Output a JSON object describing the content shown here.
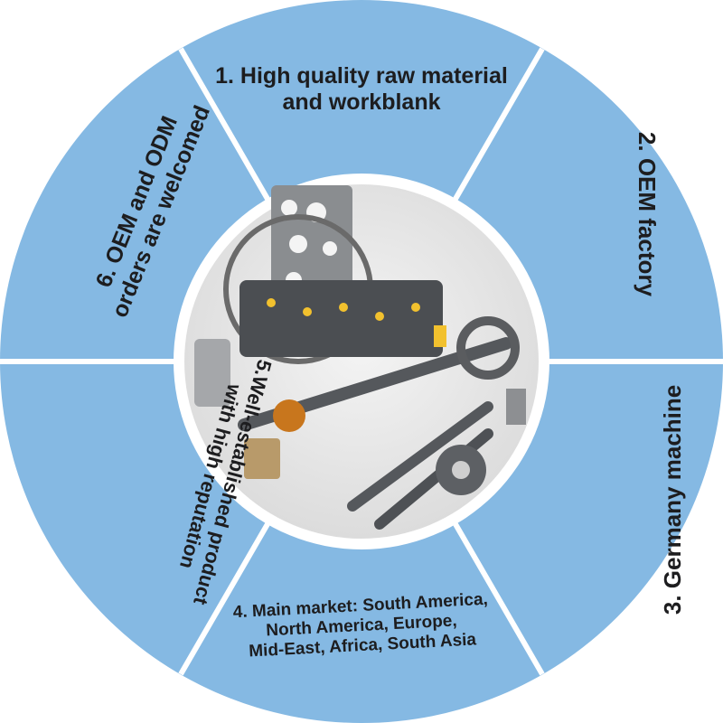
{
  "colors": {
    "segment": "#85b9e3",
    "divider": "#ffffff",
    "text": "#1d1d1f"
  },
  "segments": [
    {
      "lines": [
        "1. High quality raw material",
        "and workblank"
      ]
    },
    {
      "lines": [
        "2. OEM factory"
      ]
    },
    {
      "lines": [
        "3. Germany machine"
      ]
    },
    {
      "lines": [
        "4. Main market: South America,",
        "North America, Europe,",
        "Mid-East, Africa, South Asia"
      ]
    },
    {
      "lines": [
        "5.Well-established product",
        "with high reputation"
      ]
    },
    {
      "lines": [
        "6. OEM and ODM",
        "orders are welcomed"
      ]
    }
  ],
  "center_image": {
    "icon": "engine-parts-photo"
  }
}
